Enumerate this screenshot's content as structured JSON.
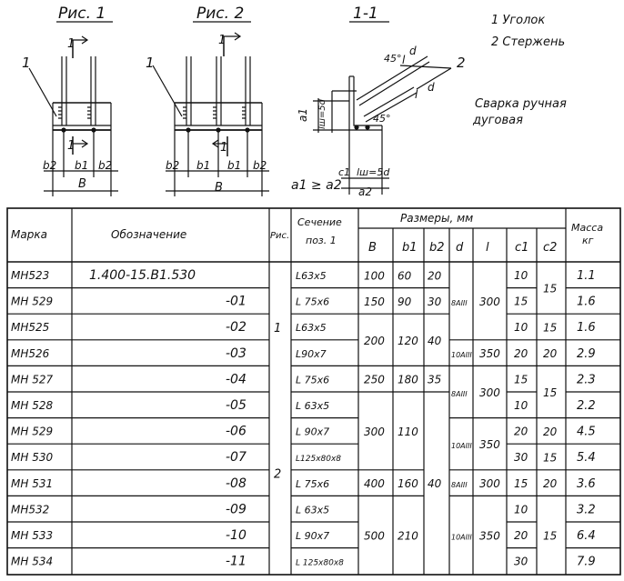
{
  "figures": {
    "fig1_caption": "Рис. 1",
    "fig2_caption": "Рис. 2",
    "section_caption": "1-1",
    "section_mark": "1",
    "item1_leader": "1",
    "item2_leader": "2",
    "dim_b": "B",
    "dim_b1": "b1",
    "dim_b2": "b2",
    "dim_a1": "a1",
    "dim_a2": "a2",
    "dim_c1": "c1",
    "dim_lw_top": "lш=5d",
    "dim_lw_bottom": "lш=5d",
    "dim_d_top": "d",
    "dim_d_mid": "d",
    "dim_l_top": "l",
    "dim_l_mid": "l",
    "angle_top": "45°",
    "angle_bottom": "45°",
    "relation": "a1 ≥ a2"
  },
  "legend": {
    "item1": "1 Уголок",
    "item2": "2 Стержень",
    "weld_note_line1": "Сварка ручная",
    "weld_note_line2": "дуговая"
  },
  "table": {
    "headers": {
      "mark": "Марка",
      "designation": "Обозначение",
      "fig": "Рис.",
      "section_line1": "Сечение",
      "section_line2": "поз. 1",
      "sizes": "Размеры, мм",
      "b": "B",
      "b1": "b1",
      "b2": "b2",
      "d": "d",
      "l": "l",
      "c1": "c1",
      "c2": "c2",
      "mass_line1": "Масса",
      "mass_line2": "кг"
    },
    "rows": [
      {
        "mark": "МН523",
        "designation": "1.400-15.В1.530",
        "section": "L63x5",
        "mass": "1.1"
      },
      {
        "mark": "МН 529",
        "designation": "-01",
        "section": "L 75x6",
        "mass": "1.6"
      },
      {
        "mark": "МН525",
        "designation": "-02",
        "section": "L63x5",
        "mass": "1.6"
      },
      {
        "mark": "МН526",
        "designation": "-03",
        "section": "L90x7",
        "mass": "2.9"
      },
      {
        "mark": "МН 527",
        "designation": "-04",
        "section": "L 75x6",
        "mass": "2.3"
      },
      {
        "mark": "МН 528",
        "designation": "-05",
        "section": "L 63x5",
        "mass": "2.2"
      },
      {
        "mark": "МН 529",
        "designation": "-06",
        "section": "L 90x7",
        "mass": "4.5"
      },
      {
        "mark": "МН 530",
        "designation": "-07",
        "section": "L125x80x8",
        "mass": "5.4"
      },
      {
        "mark": "МН 531",
        "designation": "-08",
        "section": "L 75x6",
        "mass": "3.6"
      },
      {
        "mark": "МН532",
        "designation": "-09",
        "section": "L 63x5",
        "mass": "3.2"
      },
      {
        "mark": "МН 533",
        "designation": "-10",
        "section": "L 90x7",
        "mass": "6.4"
      },
      {
        "mark": "МН 534",
        "designation": "-11",
        "section": "L 125x80x8",
        "mass": "7.9"
      }
    ],
    "merged": {
      "fig_1": "1",
      "fig_2": "2",
      "B": [
        "100",
        "150",
        "200",
        "250",
        "300",
        "400",
        "500"
      ],
      "b1": [
        "60",
        "90",
        "120",
        "180",
        "110",
        "160",
        "210"
      ],
      "b2": [
        "20",
        "30",
        "40",
        "35",
        "40"
      ],
      "d": [
        "8АIII",
        "10АIII",
        "8АIII",
        "10АIII",
        "8АIII",
        "10АIII"
      ],
      "l": [
        "300",
        "350",
        "300",
        "350",
        "300",
        "350"
      ],
      "c1": [
        "10",
        "15",
        "10",
        "20",
        "15",
        "10",
        "20",
        "30",
        "15",
        "10",
        "20",
        "30"
      ],
      "c2": [
        "15",
        "15",
        "20",
        "15",
        "20",
        "15",
        "20",
        "15"
      ]
    }
  }
}
